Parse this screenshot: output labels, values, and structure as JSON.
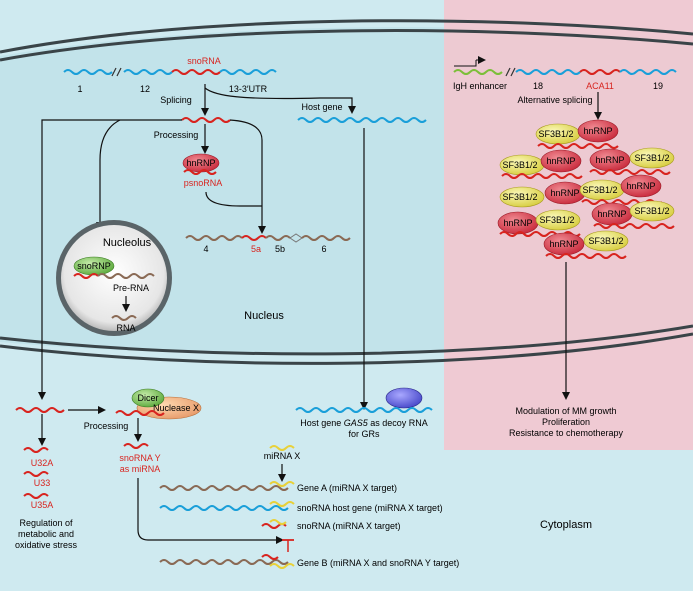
{
  "labels": {
    "exon1": "1",
    "exon12": "12",
    "snorna_top": "snoRNA",
    "exon13": "13-3′UTR",
    "splicing": "Splicing",
    "processing1": "Processing",
    "hnrnp1": "hnRNP",
    "psnorna": "psnoRNA",
    "host_gene": "Host gene",
    "exon4": "4",
    "exon5a": "5a",
    "exon5b": "5b",
    "exon6": "6",
    "nucleolus": "Nucleolus",
    "snornp": "snoRNP",
    "pre_rna": "Pre-RNA",
    "rna": "RNA",
    "nucleus": "Nucleus",
    "igh_enhancer": "IgH enhancer",
    "exon18": "18",
    "aca11": "ACA11",
    "exon19": "19",
    "alt_splicing": "Alternative splicing",
    "sf3b1": "SF3B1/2",
    "hnrnp": "hnRNP",
    "dicer": "Dicer",
    "nuclease_x": "Nuclease X",
    "processing2": "Processing",
    "snorna_y1": "snoRNA Y",
    "snorna_y2": "as miRNA",
    "u32a": "U32A",
    "u33": "U33",
    "u35a": "U35A",
    "regulation1": "Regulation of",
    "regulation2": "metabolic and",
    "regulation3": "oxidative stress",
    "gas5_pre": "Host gene ",
    "gas5_gene": "GAS5",
    "gas5_post": " as decoy RNA",
    "gas5_line2": "for GRs",
    "mm1": "Modulation of MM growth",
    "mm2": "Proliferation",
    "mm3": "Resistance to chemotherapy",
    "mirna_x": "miRNA X",
    "gene_a": "Gene A (miRNA X target)",
    "snorna_host_target": "snoRNA host gene (miRNA X target)",
    "snorna_target": "snoRNA (miRNA X target)",
    "gene_b": "Gene B (miRNA X and snoRNA Y target)",
    "cytoplasm": "Cytoplasm"
  },
  "colors": {
    "red": "#d8241f",
    "blue": "#1a9fd9",
    "brown": "#8a6a55",
    "green": "#7cbf3a",
    "yellow": "#e8d13a",
    "hnrnp_fill": "#e24a57",
    "sf3b1_fill": "#e9e66a",
    "pink": "#f2c6cf"
  }
}
